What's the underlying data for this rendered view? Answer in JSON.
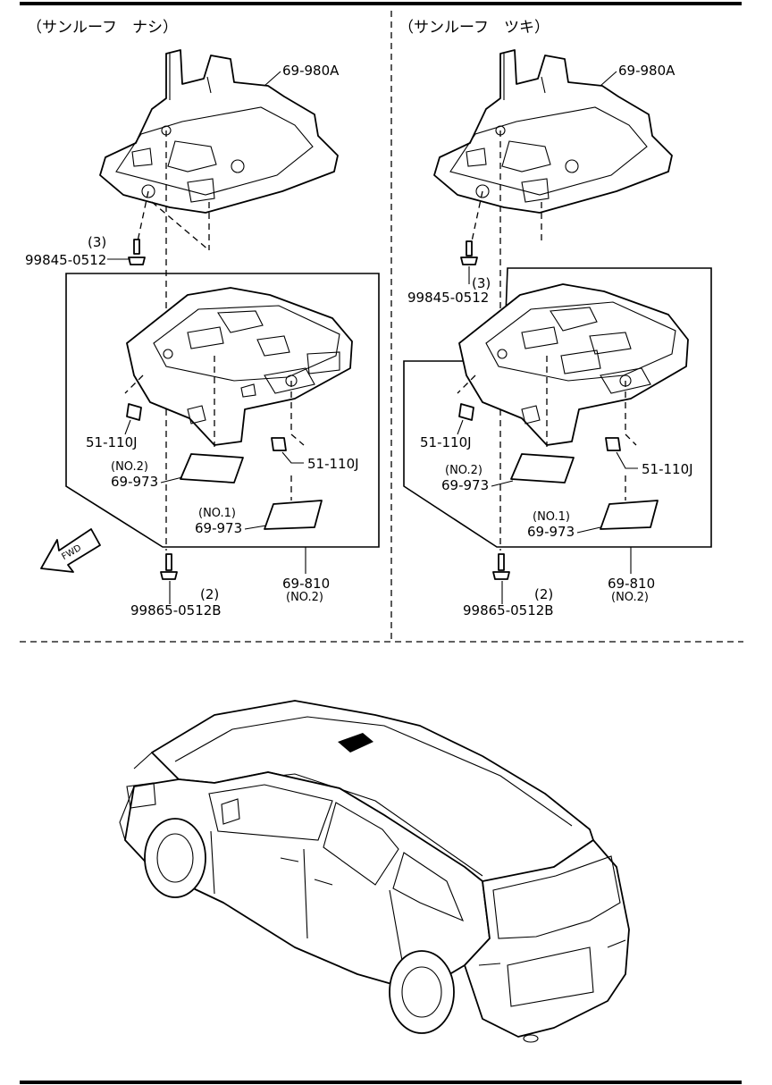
{
  "panels": [
    {
      "id": "left",
      "header": "（サンルーフ　ナシ）",
      "labels": {
        "console_bracket": "69-980A",
        "bracket_screw_qty": "(3)",
        "bracket_screw": "99845-0512",
        "bulb_left": "51-110J",
        "bulb_right": "51-110J",
        "lens2_no": "(NO.2)",
        "lens2": "69-973",
        "lens1_no": "(NO.1)",
        "lens1": "69-973",
        "console_assy": "69-810",
        "console_assy_no": "(NO.2)",
        "console_screw_qty": "(2)",
        "console_screw": "99865-0512B"
      }
    },
    {
      "id": "right",
      "header": "（サンルーフ　ツキ）",
      "labels": {
        "console_bracket": "69-980A",
        "bracket_screw_qty": "(3)",
        "bracket_screw": "99845-0512",
        "bulb_left": "51-110J",
        "bulb_right": "51-110J",
        "lens2_no": "(NO.2)",
        "lens2": "69-973",
        "lens1_no": "(NO.1)",
        "lens1": "69-973",
        "console_assy": "69-810",
        "console_assy_no": "(NO.2)",
        "console_screw_qty": "(2)",
        "console_screw": "99865-0512B"
      }
    }
  ],
  "fwd_arrow": "FWD",
  "vehicle": {
    "icon": "minivan-illustration",
    "highlight": "roof-console-location"
  }
}
